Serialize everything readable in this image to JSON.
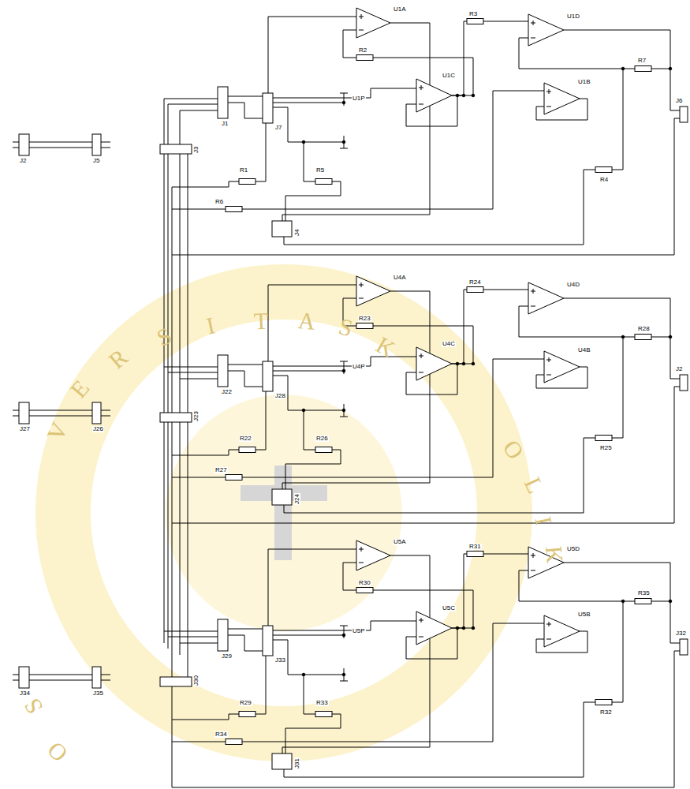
{
  "diagram": {
    "labels": [
      "U1A",
      "U1D",
      "U1C",
      "U1B",
      "U1P",
      "R3",
      "R2",
      "R7",
      "J6",
      "R4",
      "R1",
      "R5",
      "R6",
      "J4",
      "J1",
      "J7",
      "J3",
      "J2",
      "J5",
      "U4A",
      "U4D",
      "U4C",
      "U4B",
      "U4P",
      "R24",
      "R23",
      "R28",
      "J2",
      "R25",
      "R22",
      "R26",
      "R27",
      "J24",
      "J22",
      "J28",
      "J23",
      "J27",
      "J26",
      "U5A",
      "U5D",
      "U5C",
      "U5B",
      "U5P",
      "R31",
      "R30",
      "R35",
      "J32",
      "R32",
      "R29",
      "R33",
      "R34",
      "J31",
      "J29",
      "J33",
      "J30",
      "J34",
      "J35",
      "V",
      "E",
      "R",
      "S",
      "I",
      "T",
      "A",
      "S",
      "K",
      "O",
      "L",
      "I",
      "K",
      "S",
      "O"
    ]
  }
}
